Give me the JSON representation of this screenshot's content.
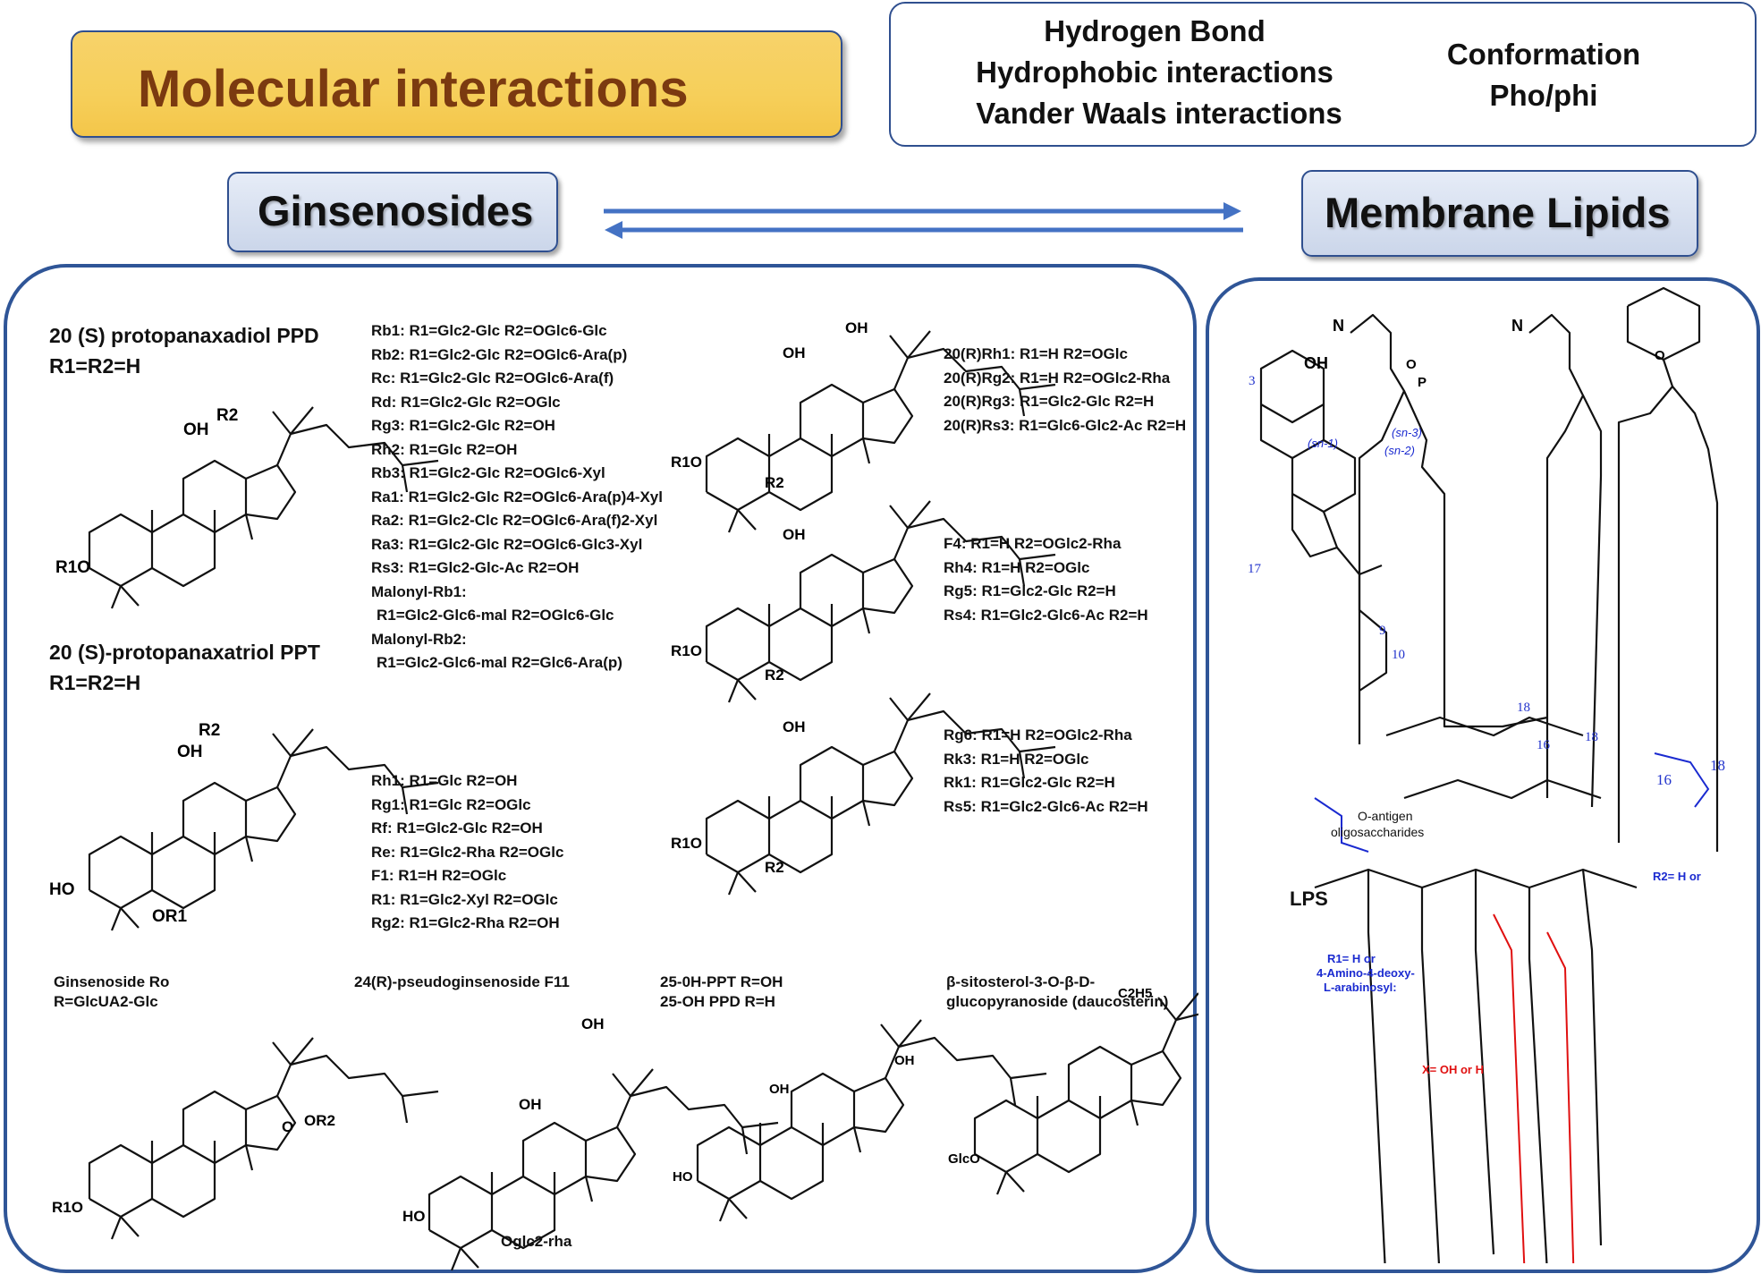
{
  "header": {
    "title": "Molecular interactions"
  },
  "interactions": {
    "lines": [
      "Hydrogen Bond",
      "Hydrophobic interactions",
      "Vander Waals interactions"
    ],
    "right": [
      "Conformation",
      "Pho/phi"
    ]
  },
  "tabs": {
    "left": "Ginsenosides",
    "right": "Membrane Lipids"
  },
  "ginsenosides": {
    "ppd_title": "20 (S) protopanaxadiol PPD",
    "ppd_r": "R1=R2=H",
    "ppt_title": "20 (S)-protopanaxatriol PPT",
    "ppt_r": "R1=R2=H",
    "ppd_list": [
      "Rb1: R1=Glc2-Glc   R2=OGlc6-Glc",
      "Rb2: R1=Glc2-Glc   R2=OGlc6-Ara(p)",
      "Rc: R1=Glc2-Glc   R2=OGlc6-Ara(f)",
      "Rd: R1=Glc2-Glc   R2=OGlc",
      "Rg3: R1=Glc2-Glc   R2=OH",
      "Rh2: R1=Glc   R2=OH",
      "Rb3: R1=Glc2-Glc   R2=OGlc6-Xyl",
      "Ra1: R1=Glc2-Glc   R2=OGlc6-Ara(p)4-Xyl",
      "Ra2: R1=Glc2-Clc   R2=OGlc6-Ara(f)2-Xyl",
      "Ra3: R1=Glc2-Glc   R2=OGlc6-Glc3-Xyl",
      "Rs3: R1=Glc2-Glc-Ac   R2=OH",
      "Malonyl-Rb1:",
      "R1=Glc2-Glc6-mal   R2=OGlc6-Glc",
      "Malonyl-Rb2:",
      "R1=Glc2-Glc6-mal   R2=Glc6-Ara(p)"
    ],
    "ppt_list": [
      "Rh1: R1=Glc   R2=OH",
      "Rg1: R1=Glc   R2=OGlc",
      "Rf: R1=Glc2-Glc   R2=OH",
      "Re: R1=Glc2-Rha   R2=OGlc",
      "F1: R1=H   R2=OGlc",
      "R1: R1=Glc2-Xyl   R2=OGlc",
      "Rg2: R1=Glc2-Rha   R2=OH"
    ],
    "r_list": [
      "20(R)Rh1: R1=H   R2=OGlc",
      "20(R)Rg2: R1=H   R2=OGlc2-Rha",
      "20(R)Rg3: R1=Glc2-Glc   R2=H",
      "20(R)Rs3: R1=Glc6-Glc2-Ac   R2=H"
    ],
    "f4_list": [
      "F4: R1=H   R2=OGlc2-Rha",
      "Rh4: R1=H   R2=OGlc",
      "Rg5: R1=Glc2-Glc   R2=H",
      "Rs4: R1=Glc2-Glc6-Ac   R2=H"
    ],
    "rg6_list": [
      "Rg6: R1=H   R2=OGlc2-Rha",
      "Rk3: R1=H   R2=OGlc",
      "Rk1: R1=Glc2-Glc   R2=H",
      "Rs5: R1=Glc2-Glc6-Ac   R2=H"
    ],
    "bottom": {
      "ro_title": "Ginsenoside Ro",
      "ro_r": "R=GlcUA2-Glc",
      "f11_title": "24(R)-pseudoginsenoside F11",
      "oh_title1": "25-0H-PPT R=OH",
      "oh_title2": "25-OH PPD R=H",
      "sito_title1": "β-sitosterol-3-O-β-D-",
      "sito_title2": "glucopyranoside (daucosterin)",
      "f11_sub": "Oglc2-rha"
    }
  },
  "lipids": {
    "lps_label": "LPS",
    "oantigen": "O-antigen",
    "oligo": "oligosaccharides",
    "r2_note1": "R2= H or",
    "r1_note": [
      "R1= H or",
      "4-Amino-4-deoxy-",
      "L-arabinosyl:"
    ],
    "x_note": "X= OH or H",
    "sn": [
      "(sn-1)",
      "(sn-2)",
      "(sn-3)"
    ],
    "nums": [
      "3",
      "17",
      "9",
      "10",
      "18",
      "16",
      "18",
      "16",
      "18"
    ]
  },
  "colors": {
    "accent": "#2f5597",
    "header_fill": "#f6cf5a",
    "header_text": "#7b3a10",
    "blue_label": "#1a2ad0",
    "red_label": "#e01010"
  }
}
